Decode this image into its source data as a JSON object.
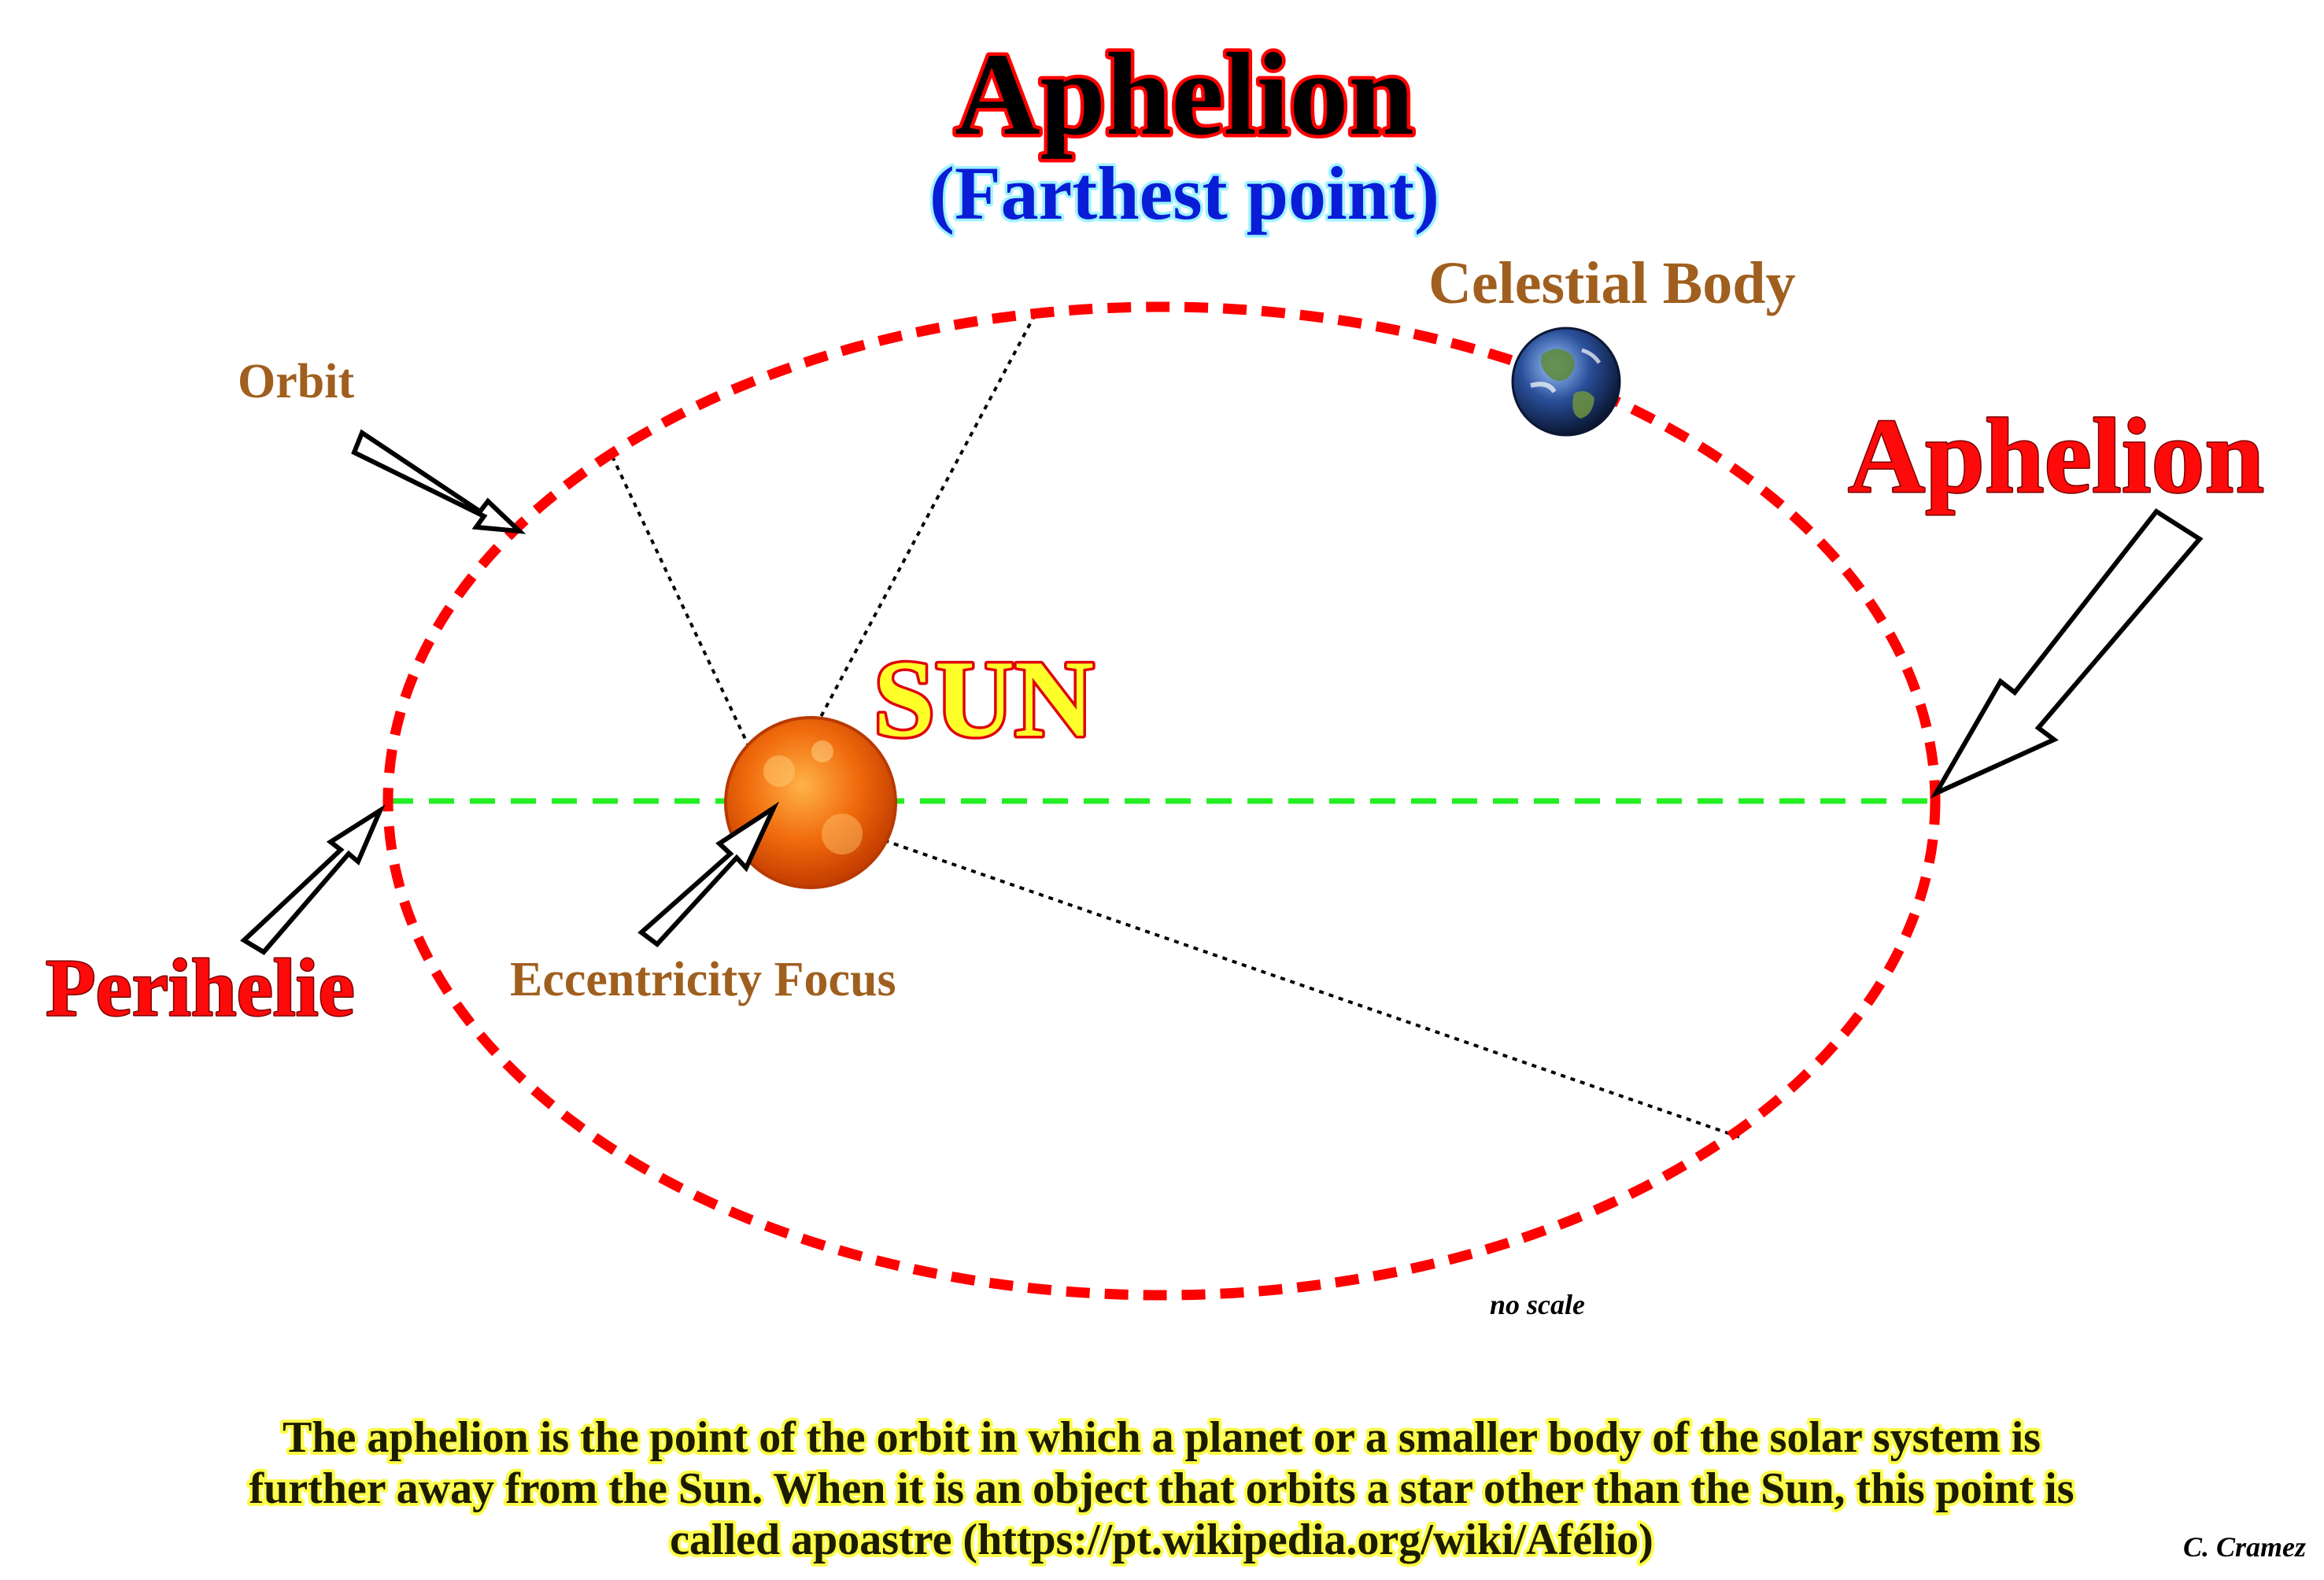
{
  "title": "Aphelion",
  "subtitle": "(Farthest point)",
  "labels": {
    "celestial_body": "Celestial Body",
    "orbit": "Orbit",
    "aphelion": "Aphelion",
    "sun": "SUN",
    "perihelie": "Perihelie",
    "eccentricity_focus": "Eccentricity Focus",
    "no_scale": "no scale"
  },
  "caption": {
    "line1": "The aphelion is the point of the orbit in which a planet or a smaller body of the solar system is",
    "line2": "further away from the Sun. When it is an object that orbits a star other than the Sun, this point is",
    "line3": "called apoastre (https://pt.wikipedia.org/wiki/Afélio)"
  },
  "credit": "C. Cramez",
  "colors": {
    "orbit": "#ff0000",
    "major_axis": "#22ee22",
    "sun": "#f06a0c",
    "earth": "#2a4f9a",
    "title_fill": "#000000",
    "title_outline": "#ff0000",
    "subtitle": "#0a1dd6",
    "brown_label": "#a05f1e",
    "red_label": "#ff0a0a",
    "caption_highlight": "#fcfc4a"
  },
  "icons": {
    "sun": "sun-image",
    "earth": "earth-globe-image"
  }
}
